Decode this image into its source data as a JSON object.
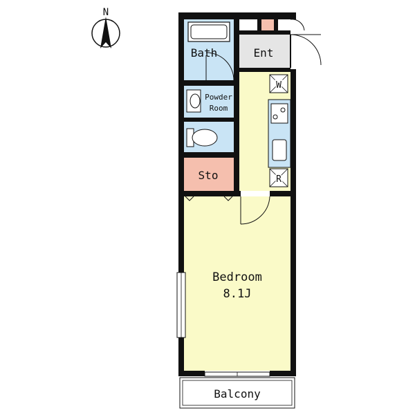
{
  "compass": {
    "north": "N"
  },
  "rooms": {
    "bath": "Bath",
    "ent": "Ent",
    "powder_line1": "Powder",
    "powder_line2": "Room",
    "sto": "Sto",
    "bedroom": "Bedroom",
    "bedroom_size": "8.1J",
    "balcony": "Balcony"
  },
  "fixtures": {
    "washer": "W",
    "refrigerator": "R"
  },
  "colors": {
    "wall": "#111111",
    "bath_blue": "#c9e4f5",
    "living_yellow": "#fafac8",
    "storage_pink": "#f5bfae",
    "entry_grey": "#e5e5e5"
  }
}
